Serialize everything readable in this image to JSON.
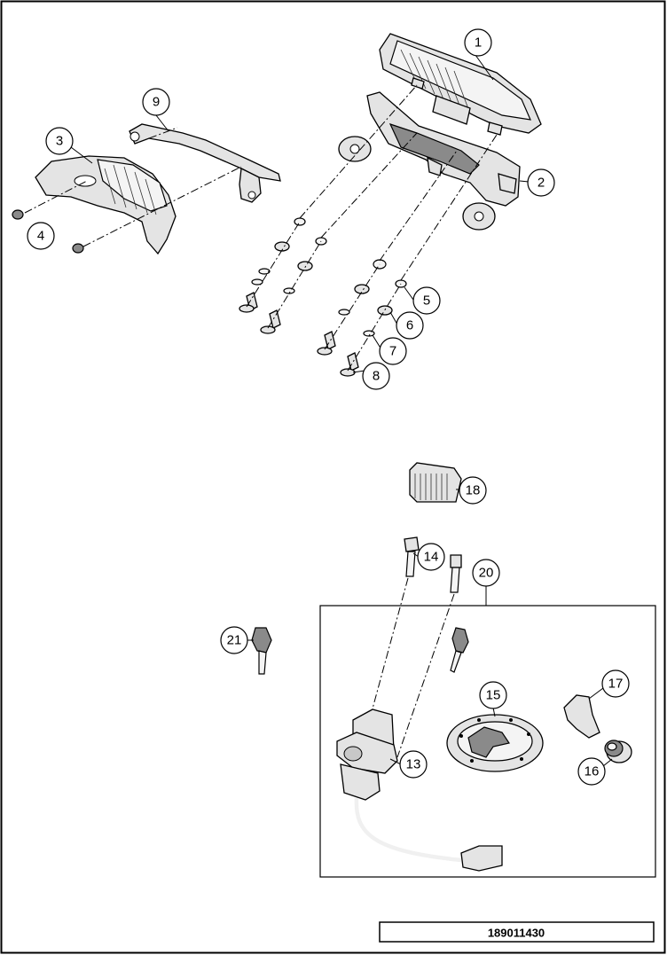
{
  "callouts": [
    {
      "id": "c1",
      "label": "1"
    },
    {
      "id": "c2",
      "label": "2"
    },
    {
      "id": "c3",
      "label": "3"
    },
    {
      "id": "c4",
      "label": "4"
    },
    {
      "id": "c5",
      "label": "5"
    },
    {
      "id": "c6",
      "label": "6"
    },
    {
      "id": "c7",
      "label": "7"
    },
    {
      "id": "c8",
      "label": "8"
    },
    {
      "id": "c9",
      "label": "9"
    },
    {
      "id": "c13",
      "label": "13"
    },
    {
      "id": "c14",
      "label": "14"
    },
    {
      "id": "c15",
      "label": "15"
    },
    {
      "id": "c16",
      "label": "16"
    },
    {
      "id": "c17",
      "label": "17"
    },
    {
      "id": "c18",
      "label": "18"
    },
    {
      "id": "c20",
      "label": "20"
    },
    {
      "id": "c21",
      "label": "21"
    }
  ],
  "document_number": "189011430"
}
